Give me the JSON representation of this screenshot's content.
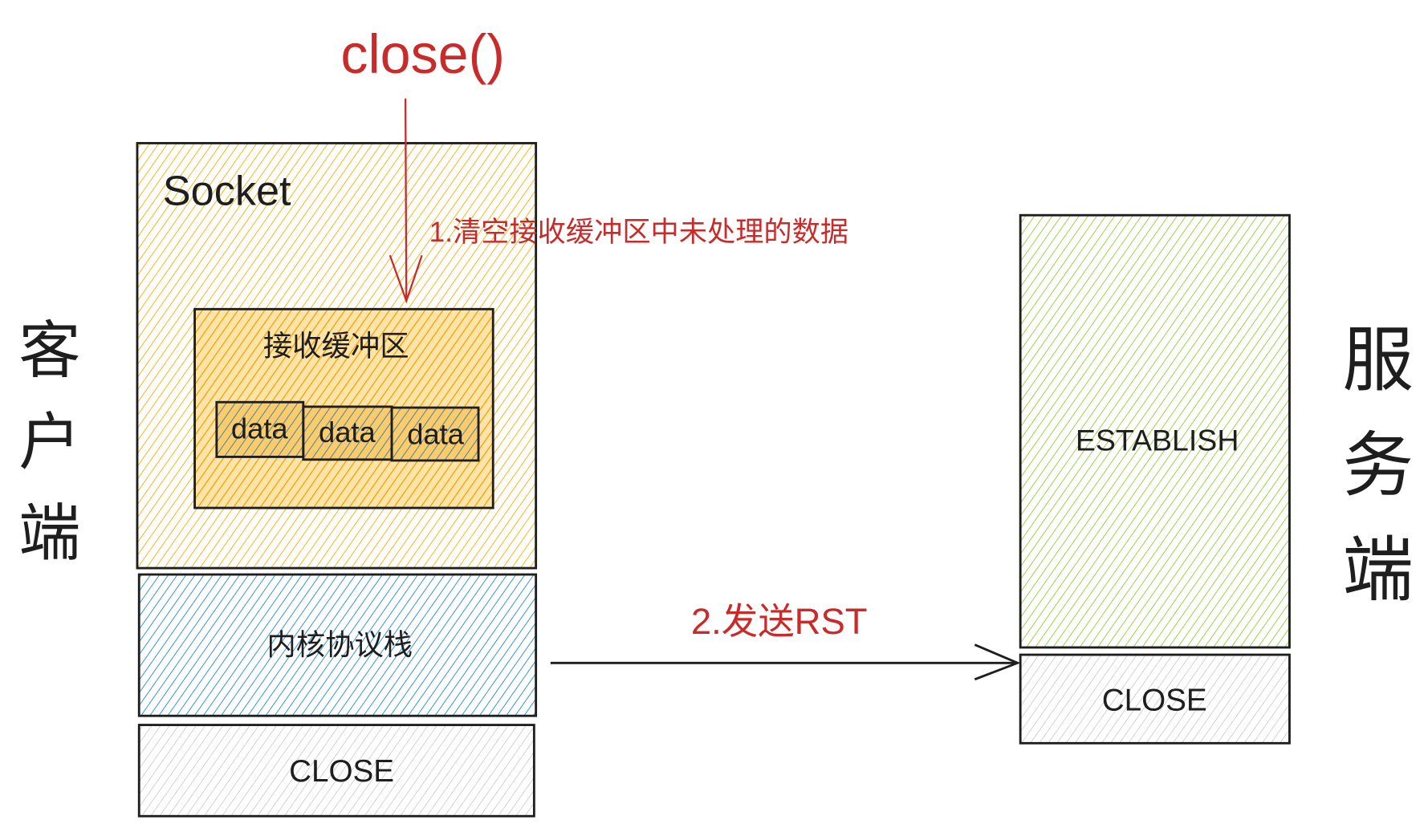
{
  "colors": {
    "socket": "#fab005",
    "buffer": "#f59f00",
    "data": "#228be6",
    "kernel": "#228be6",
    "close": "#adb5bd",
    "server": "#82c91e",
    "annotation": "#c92a2a",
    "stroke": "#1e1e1e"
  },
  "title": "close()",
  "client": {
    "label": [
      "客",
      "户",
      "端"
    ],
    "socket_label": "Socket",
    "buffer_label": "接收缓冲区",
    "data_blocks": [
      "data",
      "data",
      "data"
    ],
    "kernel_label": "内核协议栈",
    "state_label": "CLOSE"
  },
  "server": {
    "label": [
      "服",
      "务",
      "端"
    ],
    "state_established": "ESTABLISH",
    "state_close": "CLOSE"
  },
  "annotations": {
    "step1": "1.清空接收缓冲区中未处理的数据",
    "step2": "2.发送RST"
  }
}
